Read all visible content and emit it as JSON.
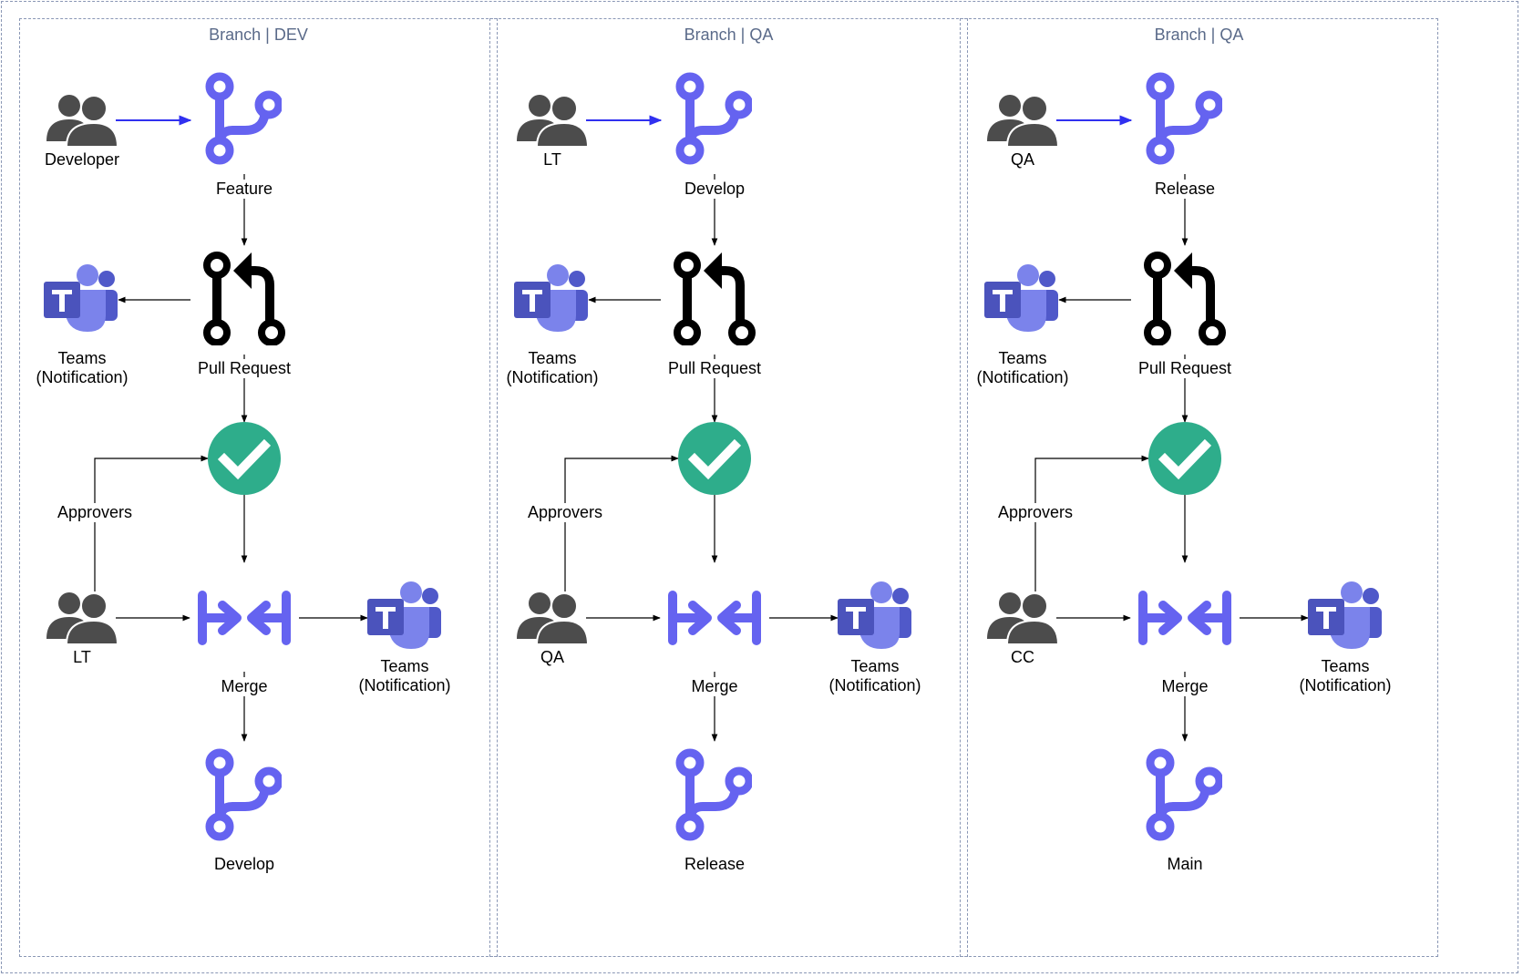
{
  "colors": {
    "border": "#8a97b5",
    "title": "#5a6a89",
    "branch": "#6563f0",
    "approve": "#2ead8b",
    "person": "#4c4c4c",
    "teams_dark": "#4b53bc",
    "teams_light": "#7b83eb",
    "arrow_blue": "#3030f0"
  },
  "icons": {
    "person": "people-icon",
    "branch": "git-branch-icon",
    "pull_request": "pull-request-icon",
    "approved": "check-circle-icon",
    "merge": "merge-icon",
    "teams": "teams-icon"
  },
  "panels": [
    {
      "title": "Branch | DEV",
      "actor": "Developer",
      "source_branch": "Feature",
      "pull_request": "Pull Request",
      "pr_notify": "Teams\n(Notification)",
      "approvers": "Approvers",
      "approver": "LT",
      "merge": "Merge",
      "merge_notify": "Teams\n(Notification)",
      "target_branch": "Develop"
    },
    {
      "title": "Branch | QA",
      "actor": "LT",
      "source_branch": "Develop",
      "pull_request": "Pull Request",
      "pr_notify": "Teams\n(Notification)",
      "approvers": "Approvers",
      "approver": "QA",
      "merge": "Merge",
      "merge_notify": "Teams\n(Notification)",
      "target_branch": "Release"
    },
    {
      "title": "Branch | QA",
      "actor": "QA",
      "source_branch": "Release",
      "pull_request": "Pull Request",
      "pr_notify": "Teams\n(Notification)",
      "approvers": "Approvers",
      "approver": "CC",
      "merge": "Merge",
      "merge_notify": "Teams\n(Notification)",
      "target_branch": "Main"
    }
  ]
}
